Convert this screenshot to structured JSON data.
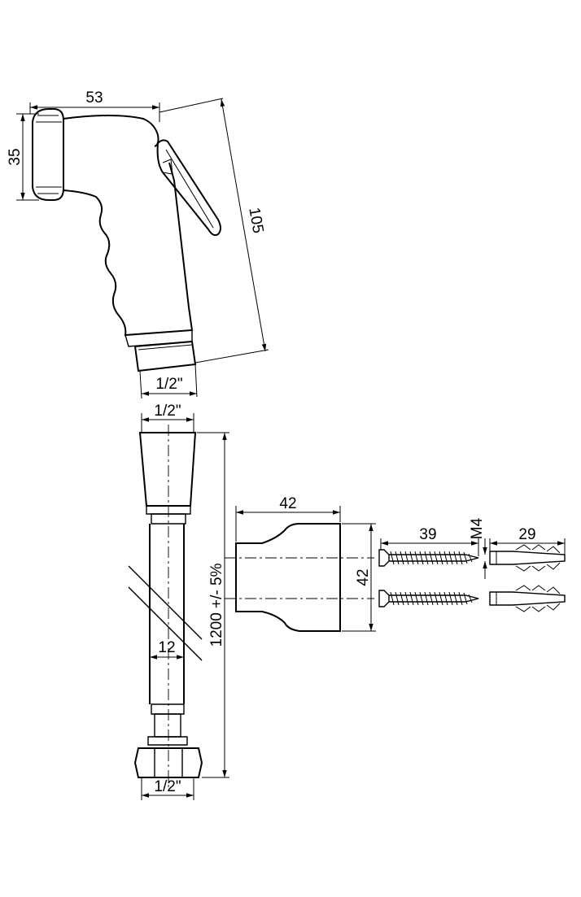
{
  "dimensions": {
    "sprayer_width": "53",
    "sprayer_head_height": "35",
    "sprayer_length": "105",
    "sprayer_thread": "1/2\"",
    "hose_top_thread": "1/2\"",
    "hose_length": "1200 +/- 5%",
    "hose_diameter": "12",
    "hose_bottom_thread": "1/2\"",
    "holder_width": "42",
    "holder_height": "42",
    "screw_length": "39",
    "screw_thread": "M4",
    "plug_length": "29"
  }
}
